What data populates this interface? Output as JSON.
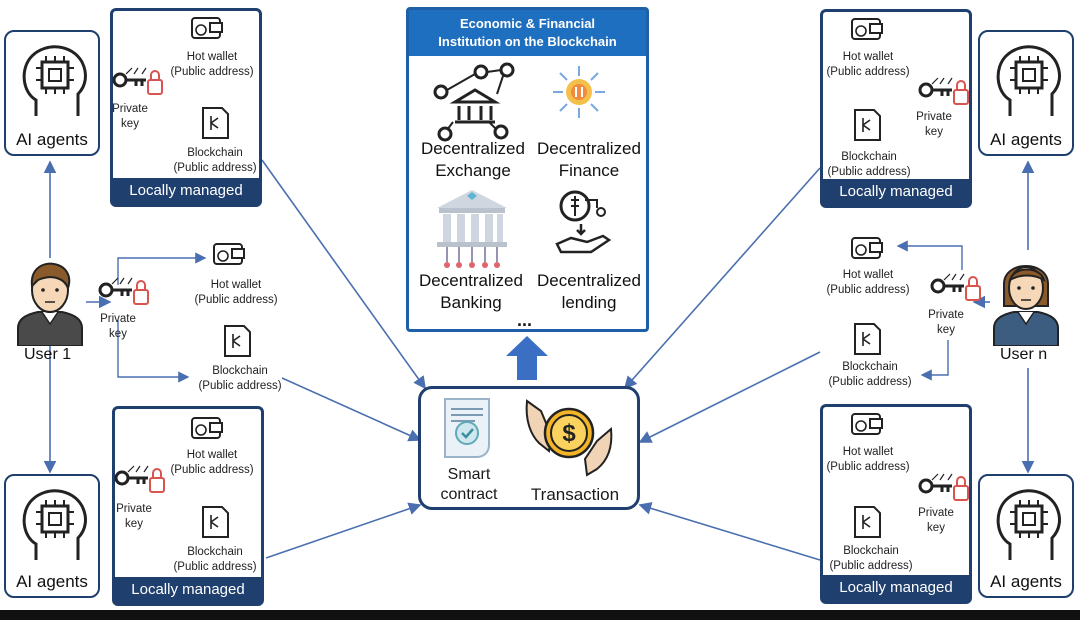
{
  "institution": {
    "title_line1": "Economic & Financial",
    "title_line2": "Institution on the Blockchain",
    "items": [
      {
        "line1": "Decentralized",
        "line2": "Exchange"
      },
      {
        "line1": "Decentralized",
        "line2": "Finance"
      },
      {
        "line1": "Decentralized",
        "line2": "Banking"
      },
      {
        "line1": "Decentralized",
        "line2": "lending"
      }
    ],
    "more": "..."
  },
  "center": {
    "smart_line1": "Smart",
    "smart_line2": "contract",
    "transaction": "Transaction"
  },
  "labels": {
    "hot_wallet": "Hot wallet\n(Public address)",
    "blockchain": "Blockchain\n(Public address)",
    "private_key": "Private\nkey",
    "locally_managed": "Locally managed",
    "ai_agents": "AI agents",
    "user1": "User 1",
    "usern": "User n"
  },
  "colors": {
    "navy": "#1f3f6e",
    "title_blue": "#1f6fc0",
    "arrow": "#4a6fb0",
    "lock": "#d9534f"
  }
}
